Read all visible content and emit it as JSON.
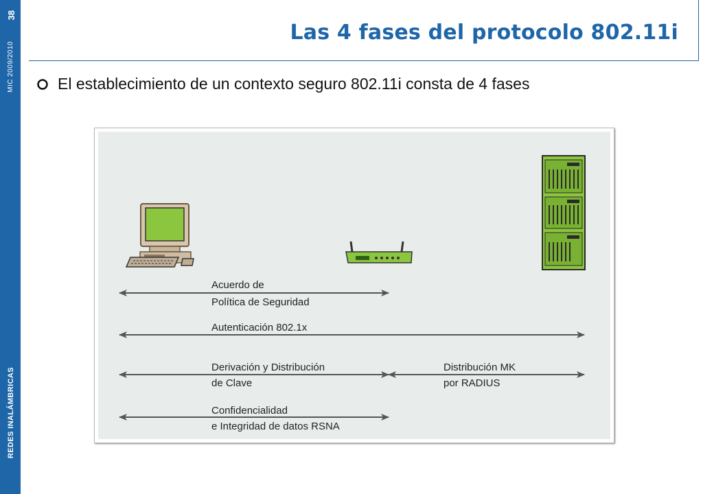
{
  "sidebar": {
    "page_number": "38",
    "course": "MIC 2009/2010",
    "subject": "REDES INALÁMBRICAS"
  },
  "slide": {
    "title": "Las 4 fases del protocolo 802.11i",
    "bullet": "El establecimiento de un contexto seguro 802.11i consta de 4 fases"
  },
  "diagram": {
    "nodes": [
      {
        "name": "workstation-icon",
        "label": ""
      },
      {
        "name": "access-point-icon",
        "label": ""
      },
      {
        "name": "server-rack-icon",
        "label": ""
      }
    ],
    "phases": [
      {
        "line1": "Acuerdo de",
        "line2": "Política de Seguridad"
      },
      {
        "line1": "Autenticación 802.1x",
        "line2": ""
      },
      {
        "line1": "Derivación y Distribución",
        "line2": "de Clave"
      },
      {
        "line1": "Distribución MK",
        "line2": "por RADIUS"
      },
      {
        "line1": "Confidencialidad",
        "line2": "e Integridad de datos RSNA"
      }
    ],
    "colors": {
      "device_green": "#8cc63f",
      "arrow": "#555555",
      "background": "#e8edec"
    }
  }
}
